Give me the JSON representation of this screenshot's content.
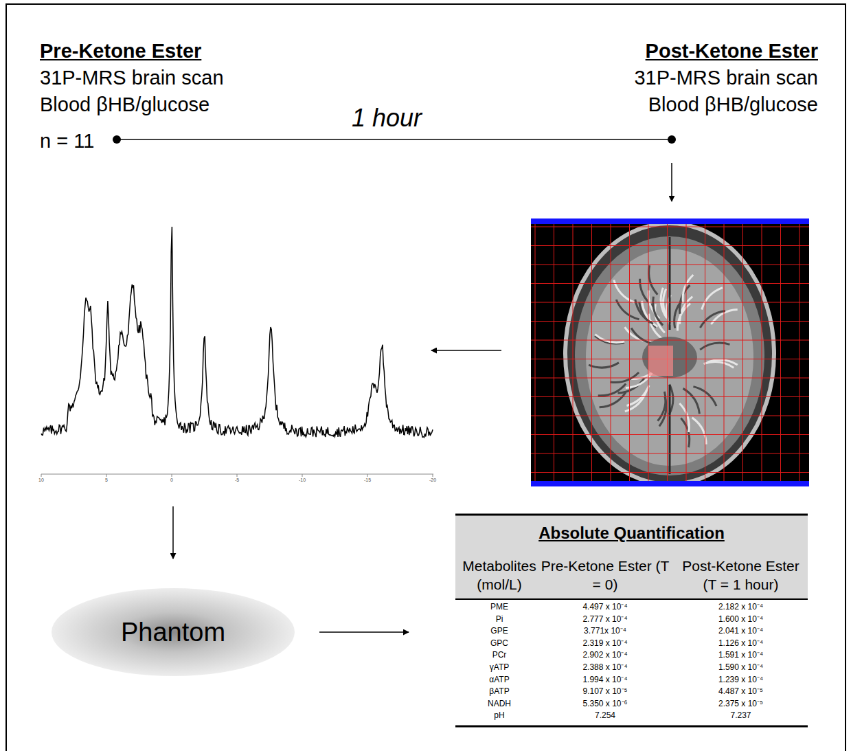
{
  "diagram": {
    "nodes": [
      {
        "text": [
          "Phantom"
        ]
      },
      {
        "text": [
          "Absolute Quantification"
        ]
      }
    ],
    "edges": [
      {
        "from": 0,
        "to": 1,
        "arrow": "to"
      }
    ],
    "labels": [
      "Pre-Ketone Ester",
      "31P-MRS brain scan",
      "Blood βHB/glucose",
      "n = 11",
      "1 hour",
      "Post-Ketone Ester",
      "31P-MRS brain scan",
      "Blood βHB/glucose",
      "10",
      "5",
      "0",
      "-5",
      "-10",
      "-15",
      "-20",
      "Metabolites (mol/L)",
      "Pre-Ketone Ester (T = 0)",
      "Post-Ketone Ester (T = 1 hour)",
      "PME",
      "4.497 x 10⁻⁴",
      "2.182 x 10⁻⁴",
      "Pi",
      "2.777 x 10⁻⁴",
      "1.600 x 10⁻⁴",
      "GPE",
      "3.771x 10⁻⁴",
      "2.041 x 10⁻⁴",
      "GPC",
      "2.319 x 10⁻⁴",
      "1.126 x 10⁻⁴",
      "PCr",
      "2.902 x 10⁻⁴",
      "1.591 x 10⁻⁴",
      "γATP",
      "2.388 x 10⁻⁴",
      "1.590 x 10⁻⁴",
      "αATP",
      "1.994 x 10⁻⁴",
      "1.239 x 10⁻⁴",
      "βATP",
      "9.107 x 10⁻⁵",
      "4.487 x 10⁻⁵",
      "NADH",
      "5.350 x 10⁻⁶",
      "2.375 x 10⁻⁵",
      "pH",
      "7.254",
      "7.237"
    ]
  }
}
